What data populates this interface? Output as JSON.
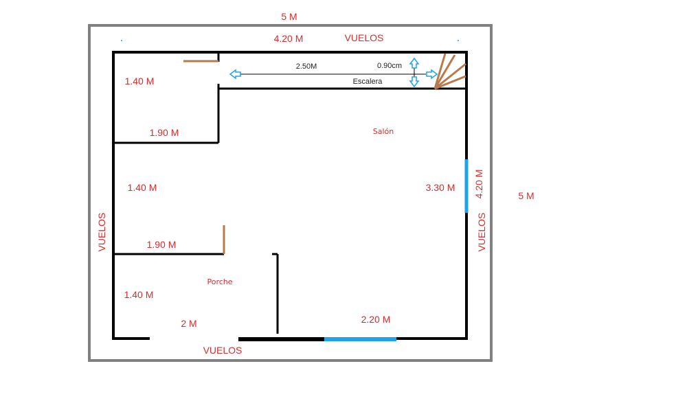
{
  "colors": {
    "wall": "#000000",
    "outer_border": "#808080",
    "dimension_text": "#d92b2b",
    "window": "#1ea3e6",
    "door": "#b87a4b",
    "arrow": "#1ea3e6",
    "stair": "#b87a4b"
  },
  "labels": {
    "outer_width": "5 M",
    "outer_height": "5 M",
    "top_width": "4.20 M",
    "vuelos_top": "VUELOS",
    "vuelos_bottom": "VUELOS",
    "vuelos_left": "VUELOS",
    "vuelos_right": "VUELOS",
    "right_height": "4.20 M",
    "stair_length": "2.50M",
    "stair_width": "0.90cm",
    "stair_name": "Escalera",
    "room_top_left_height": "1.40 M",
    "room_top_left_width": "1.90 M",
    "room_middle_left_height": "1.40 M",
    "room_middle_left_width": "1.90 M",
    "room_bottom_left_height": "1.40 M",
    "room_bottom_left_width": "2 M",
    "porch_name": "Porche",
    "living_name": "Salón",
    "living_height": "3.30 M",
    "bottom_window_width": "2.20 M"
  }
}
